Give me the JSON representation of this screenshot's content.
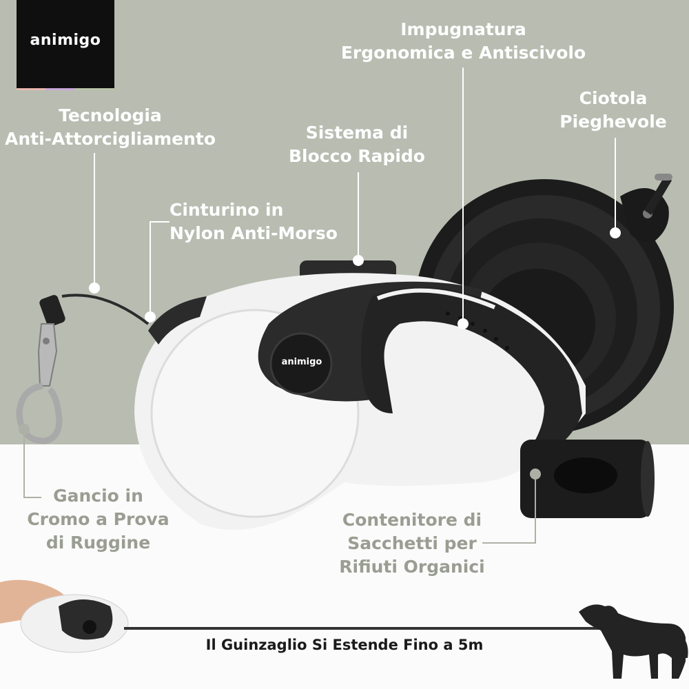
{
  "brand": {
    "logo_text": "animigo",
    "device_logo_text": "animigo"
  },
  "labels": {
    "impugnatura": [
      "Impugnatura",
      "Ergonomica e Antiscivolo"
    ],
    "ciotola": [
      "Ciotola",
      "Pieghevole"
    ],
    "tecnologia": [
      "Tecnologia",
      "Anti-Attorcigliamento"
    ],
    "sistema": [
      "Sistema di",
      "Blocco Rapido"
    ],
    "cinturino": [
      "Cinturino in",
      "Nylon Anti-Morso"
    ],
    "gancio": [
      "Gancio in",
      "Cromo a Prova",
      "di Ruggine"
    ],
    "contenitore": [
      "Contenitore di",
      "Sacchetti per",
      "Rifiuti Organici"
    ]
  },
  "footer": {
    "text": "Il Guinzaglio Si Estende Fino a 5m"
  },
  "colors": {
    "background_top": "#b8bcb1",
    "label_bottom": "#9a9d92",
    "device_white": "#f2f2f2",
    "device_dark": "#2b2b2b"
  }
}
